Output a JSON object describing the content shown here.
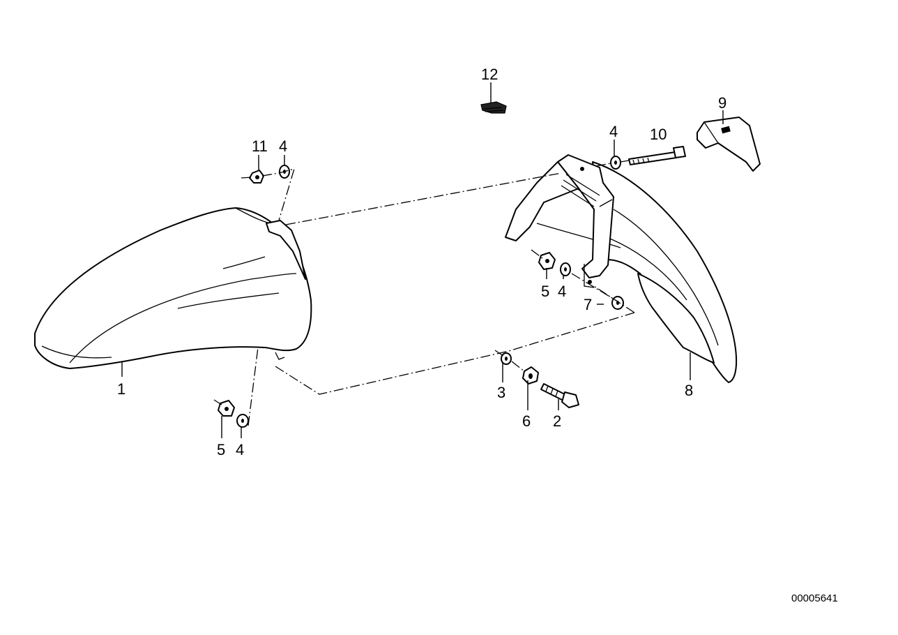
{
  "callouts": {
    "c1": "1",
    "c2": "2",
    "c3": "3",
    "c4a": "4",
    "c4b": "4",
    "c4c": "4",
    "c4d": "4",
    "c5a": "5",
    "c5b": "5",
    "c6": "6",
    "c7": "7",
    "c8": "8",
    "c9": "9",
    "c10": "10",
    "c11": "11",
    "c12": "12"
  },
  "document": {
    "id": "00005641"
  }
}
